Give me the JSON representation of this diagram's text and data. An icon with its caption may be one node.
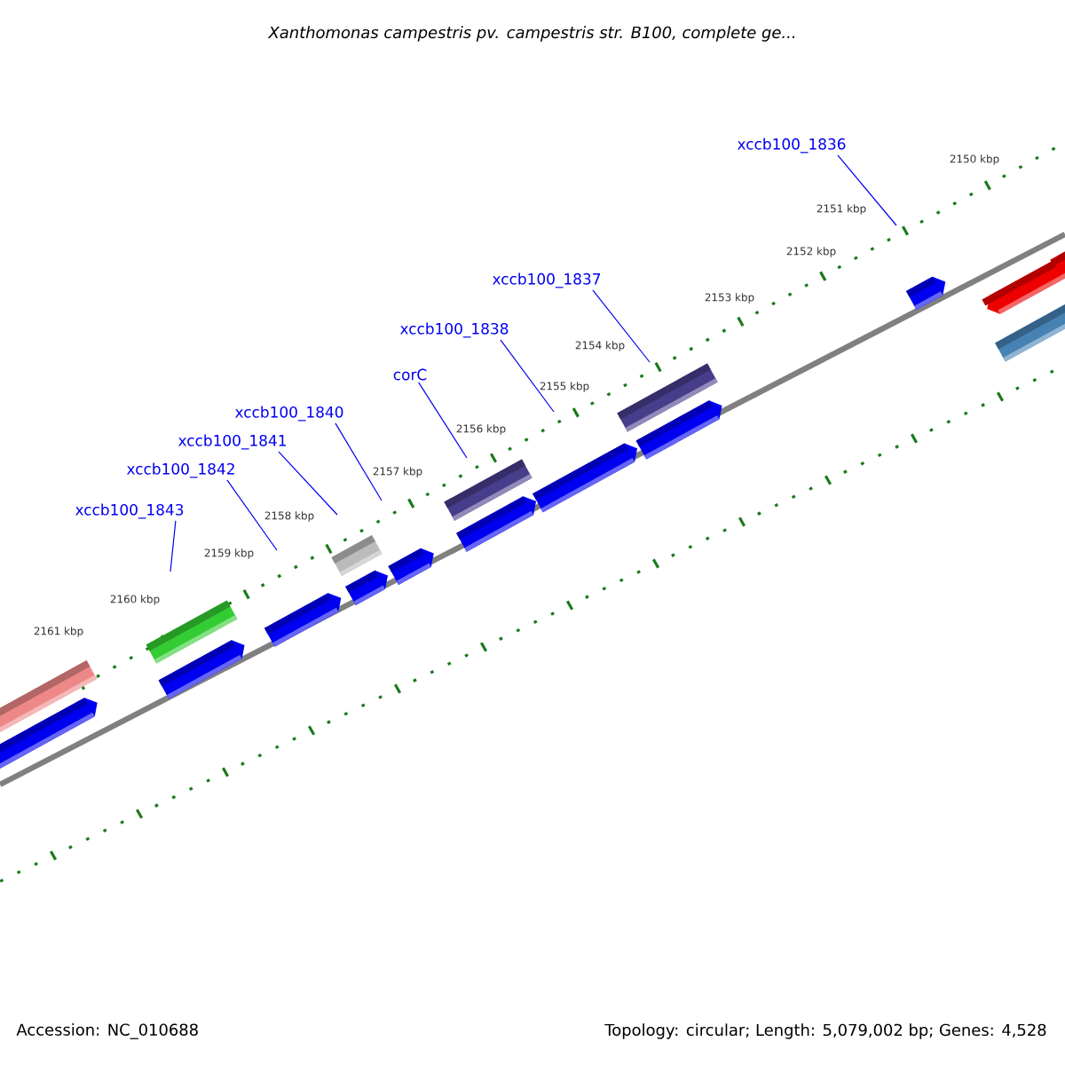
{
  "diagram": {
    "title": "Xanthomonas campestris pv. campestris str. B100, complete ge...",
    "nodes": [
      {
        "text": [
          "xccb100_1836"
        ]
      },
      {
        "text": [
          "xccb100_1837"
        ]
      },
      {
        "text": [
          "xccb100_1838"
        ]
      },
      {
        "text": [
          "corC"
        ]
      },
      {
        "text": [
          "xccb100_1840"
        ]
      },
      {
        "text": [
          "xccb100_1841"
        ]
      },
      {
        "text": [
          "xccb100_1842"
        ]
      },
      {
        "text": [
          "xccb100_1843"
        ]
      }
    ],
    "edges": [
      {
        "from": 0,
        "to": null,
        "arrow": "none"
      },
      {
        "from": 1,
        "to": null,
        "arrow": "none"
      },
      {
        "from": 2,
        "to": null,
        "arrow": "none"
      },
      {
        "from": 3,
        "to": null,
        "arrow": "none"
      },
      {
        "from": 4,
        "to": null,
        "arrow": "none"
      },
      {
        "from": 5,
        "to": null,
        "arrow": "none"
      },
      {
        "from": 6,
        "to": null,
        "arrow": "none"
      },
      {
        "from": 7,
        "to": null,
        "arrow": "none"
      }
    ],
    "labels": [
      "2150 kbp",
      "2151 kbp",
      "2152 kbp",
      "2153 kbp",
      "2154 kbp",
      "2155 kbp",
      "2156 kbp",
      "2157 kbp",
      "2158 kbp",
      "2159 kbp",
      "2160 kbp",
      "2161 kbp",
      "Accession: NC_010688",
      "Topology: circular; Length: 5,079,002 bp; Genes: 4,528"
    ]
  }
}
